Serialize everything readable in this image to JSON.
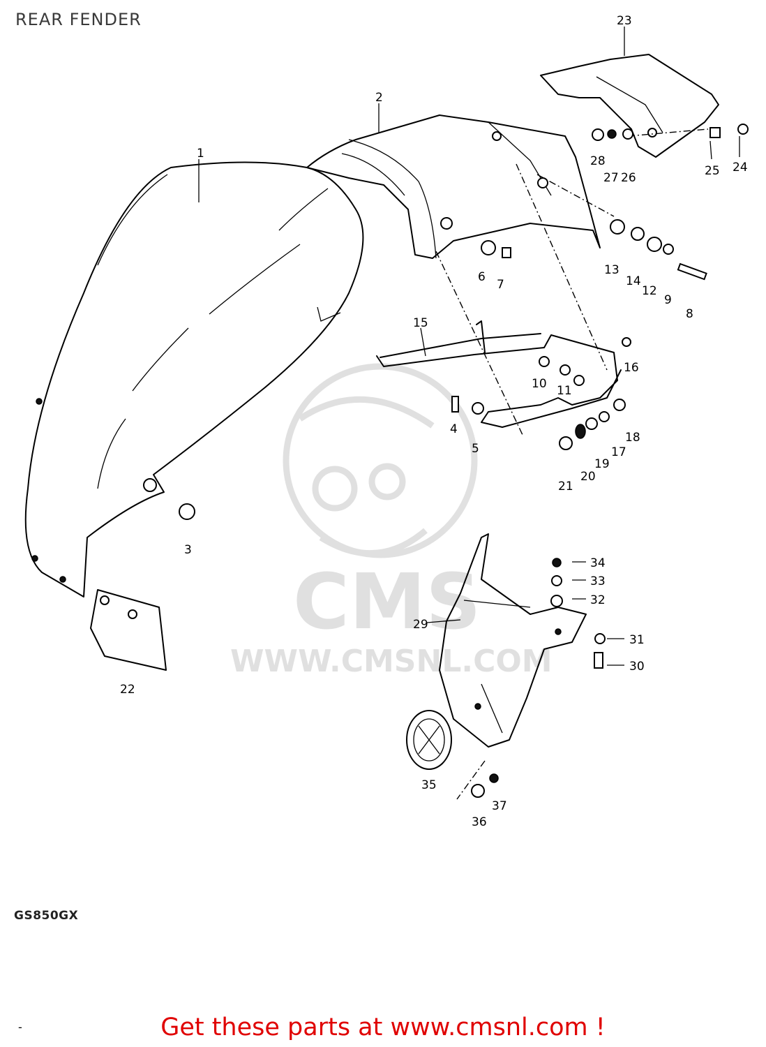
{
  "header": {
    "title": "REAR FENDER"
  },
  "diagram": {
    "model_code": "GS850GX",
    "watermark_logo": "CMS",
    "watermark_url": "WWW.CMSNL.COM",
    "part_numbers": [
      "1",
      "2",
      "3",
      "4",
      "5",
      "6",
      "7",
      "8",
      "9",
      "10",
      "11",
      "12",
      "13",
      "14",
      "15",
      "16",
      "17",
      "18",
      "19",
      "20",
      "21",
      "22",
      "23",
      "24",
      "25",
      "26",
      "27",
      "28",
      "29",
      "30",
      "31",
      "32",
      "33",
      "34",
      "35",
      "36",
      "37"
    ]
  },
  "footer": {
    "dash": "-",
    "promo_text": "Get these parts at www.cmsnl.com !"
  }
}
